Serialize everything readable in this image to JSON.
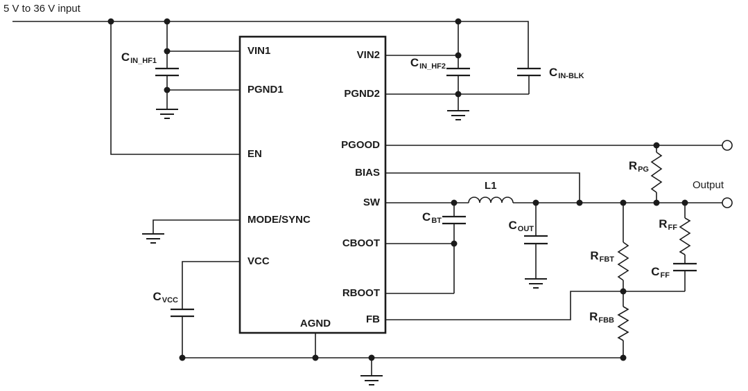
{
  "schematic": {
    "input_label": "5 V to 36 V input",
    "output_label": "Output",
    "ic": {
      "pins_left": [
        "VIN1",
        "PGND1",
        "EN",
        "MODE/SYNC",
        "VCC"
      ],
      "pin_bottom": "AGND",
      "pins_right": [
        "VIN2",
        "PGND2",
        "PGOOD",
        "BIAS",
        "SW",
        "CBOOT",
        "RBOOT",
        "FB"
      ]
    },
    "components": {
      "cin_hf1": {
        "main": "C",
        "sub": "IN_HF1"
      },
      "cin_hf2": {
        "main": "C",
        "sub": "IN_HF2"
      },
      "cin_blk": {
        "main": "C",
        "sub": "IN-BLK"
      },
      "cvcc": {
        "main": "C",
        "sub": "VCC"
      },
      "cbt": {
        "main": "C",
        "sub": "BT"
      },
      "cout": {
        "main": "C",
        "sub": "OUT"
      },
      "cff": {
        "main": "C",
        "sub": "FF"
      },
      "l1": {
        "main": "L1",
        "sub": ""
      },
      "rpg": {
        "main": "R",
        "sub": "PG"
      },
      "rff": {
        "main": "R",
        "sub": "FF"
      },
      "rfbt": {
        "main": "R",
        "sub": "FBT"
      },
      "rfbb": {
        "main": "R",
        "sub": "FBB"
      }
    },
    "colors": {
      "line": "#1b1b1b",
      "background": "#ffffff"
    }
  }
}
